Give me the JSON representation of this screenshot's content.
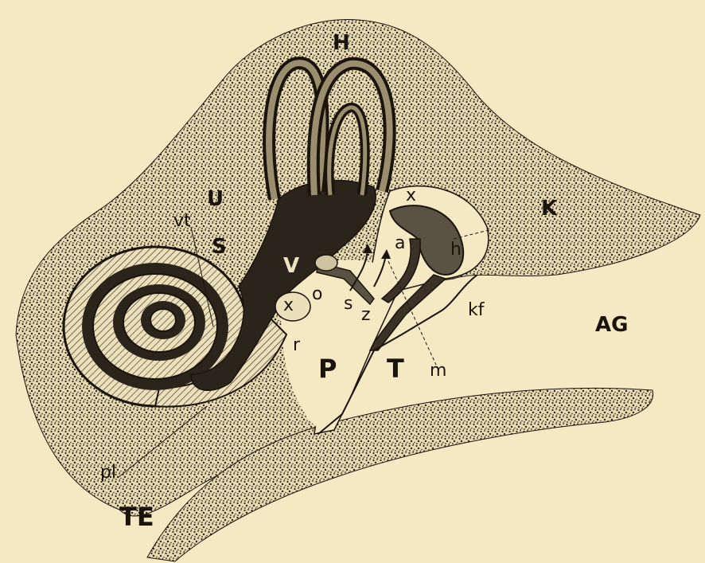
{
  "colors": {
    "paper": "#f5e9c4",
    "bone_stipple": "#2a2418",
    "dark_fill": "#2b241a",
    "line": "#1a140c"
  },
  "labels": {
    "H": "H",
    "U": "U",
    "vt": "vt",
    "S": "S",
    "V": "V",
    "x_top": "x",
    "K": "K",
    "a": "a",
    "h": "h",
    "o": "o",
    "s": "s",
    "z": "z",
    "x_left": "x",
    "kf": "kf",
    "AG": "AG",
    "r": "r",
    "P": "P",
    "T": "T",
    "m": "m",
    "pl": "pl",
    "TE": "TE"
  }
}
